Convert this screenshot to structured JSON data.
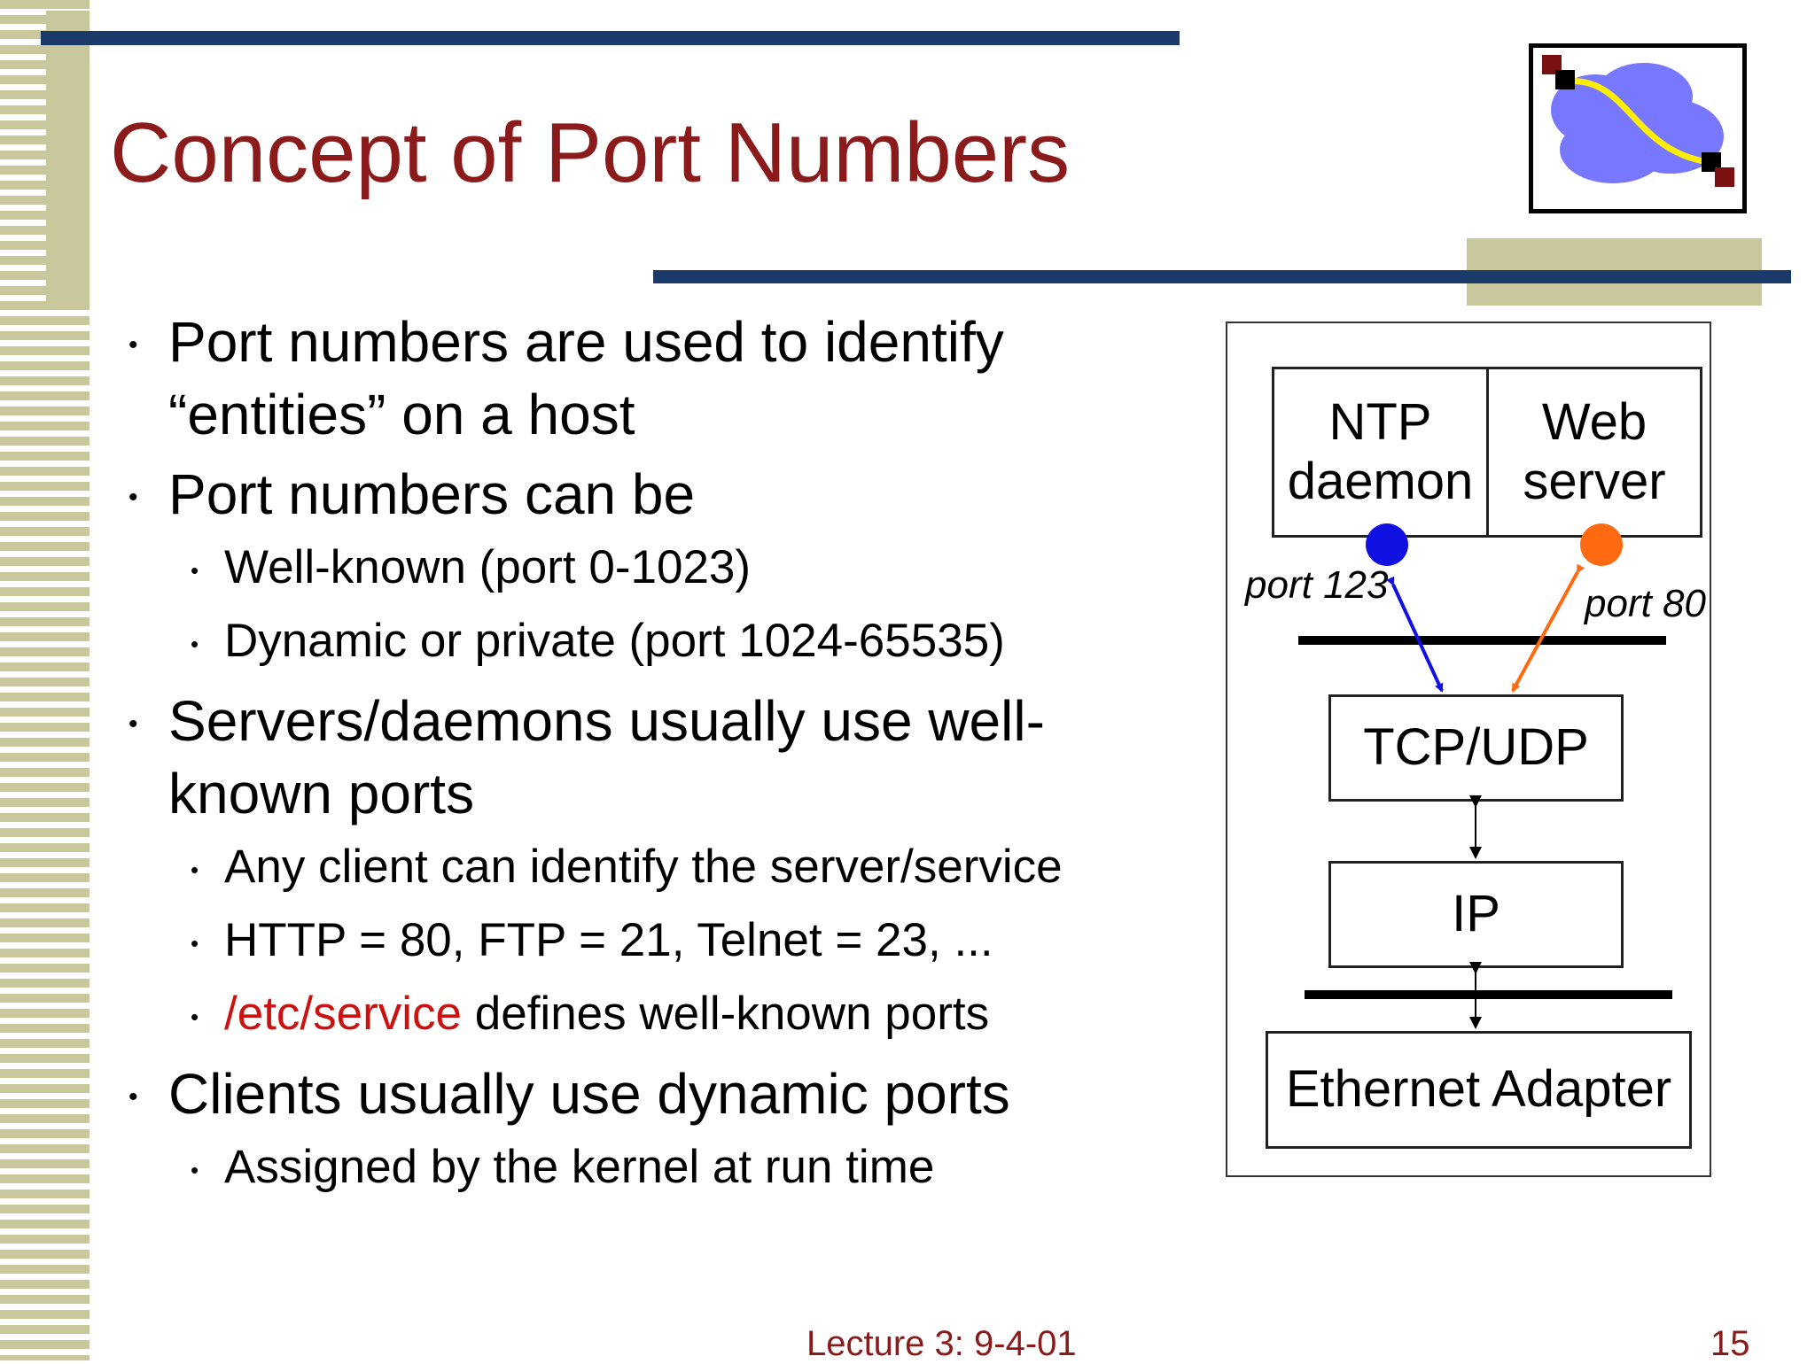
{
  "slide": {
    "title": "Concept of Port Numbers",
    "bullets": [
      {
        "level": 1,
        "lines": [
          "Port numbers are used to identify",
          "“entities” on a host"
        ]
      },
      {
        "level": 1,
        "lines": [
          "Port numbers can be"
        ]
      },
      {
        "level": 2,
        "text": "Well-known (port 0-1023)"
      },
      {
        "level": 2,
        "text": "Dynamic or private (port 1024-65535)"
      },
      {
        "level": 1,
        "lines": [
          "Servers/daemons usually use well-",
          "known ports"
        ]
      },
      {
        "level": 2,
        "text": "Any client can identify the server/service"
      },
      {
        "level": 2,
        "text": "HTTP = 80, FTP = 21, Telnet = 23, ..."
      },
      {
        "level": 2,
        "red": "/etc/service",
        "text": " defines well-known ports"
      },
      {
        "level": 1,
        "lines": [
          "Clients usually use dynamic ports"
        ]
      },
      {
        "level": 2,
        "text": "Assigned by the kernel at run time"
      }
    ],
    "footer": {
      "center": "Lecture 3: 9-4-01",
      "page": "15"
    }
  },
  "diagram": {
    "ntp_line1": "NTP",
    "ntp_line2": "daemon",
    "web_line1": "Web",
    "web_line2": "server",
    "port_ntp": "port 123",
    "port_web": "port 80",
    "transport": "TCP/UDP",
    "network": "IP",
    "link": "Ethernet Adapter"
  },
  "colors": {
    "title": "#8b1a1a",
    "accent_bar": "#1a3a6a",
    "olive": "#c9c79c",
    "ntp_port": "#1010e0",
    "web_port": "#ff6a10",
    "highlight": "#cc1111"
  },
  "icons": {
    "logo": "network-cloud-logo-icon"
  }
}
